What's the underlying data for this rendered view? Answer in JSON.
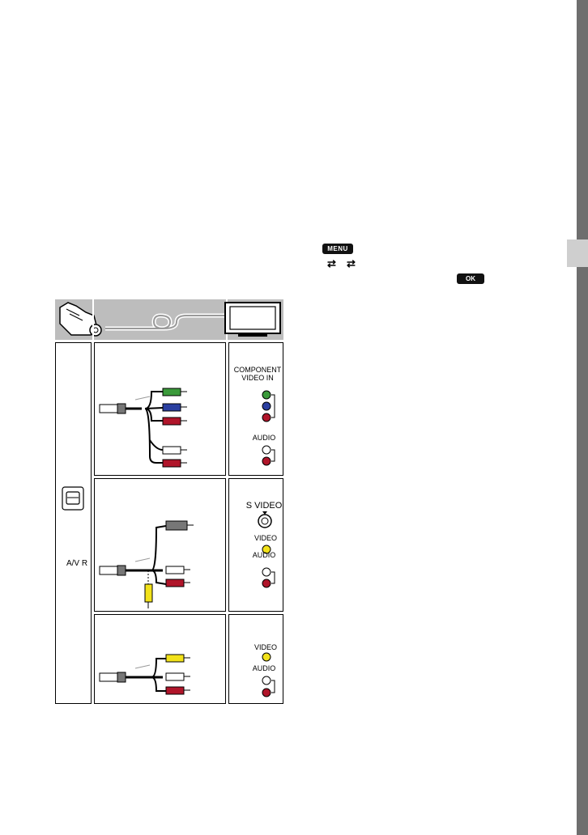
{
  "instructions": {
    "menu_icon_label": "MENU",
    "ok_icon_label": "OK",
    "swap_icon_1": "⇄",
    "swap_icon_2": "⇄"
  },
  "connection_diagram": {
    "camera_jack_label": "A/V R",
    "panel_component": {
      "video_label_line1": "COMPONENT",
      "video_label_line2": "VIDEO IN",
      "audio_label": "AUDIO"
    },
    "panel_svideo": {
      "svideo_label": "S VIDEO",
      "video_label": "VIDEO",
      "audio_label": "AUDIO"
    },
    "panel_composite": {
      "video_label": "VIDEO",
      "audio_label": "AUDIO"
    },
    "colors": {
      "green": "#3a9a3a",
      "blue": "#2a3fa0",
      "red": "#b0152a",
      "yellow": "#f2e21a",
      "white": "#ffffff",
      "grey": "#9a9a9a"
    }
  }
}
